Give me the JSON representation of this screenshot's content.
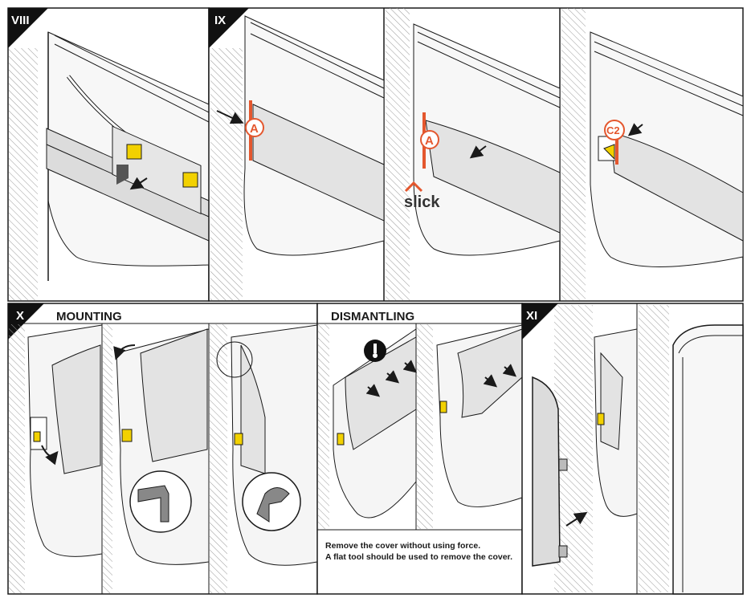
{
  "panels": {
    "viii": {
      "label": "VIII"
    },
    "ix": {
      "label": "IX"
    },
    "x": {
      "label": "X"
    },
    "xi": {
      "label": "XI"
    }
  },
  "sections": {
    "mounting": "MOUNTING",
    "dismantling": "DISMANTLING"
  },
  "callouts": {
    "a1": "A",
    "a2": "A",
    "c2": "C2",
    "slick": "slick"
  },
  "notes": {
    "line1": "Remove the cover without using force.",
    "line2": "A flat tool should be used to remove the cover."
  },
  "colors": {
    "accent": "#e4572e",
    "line": "#1a1a1a",
    "cover": "#e6e6e6",
    "led": "#f2d100"
  }
}
